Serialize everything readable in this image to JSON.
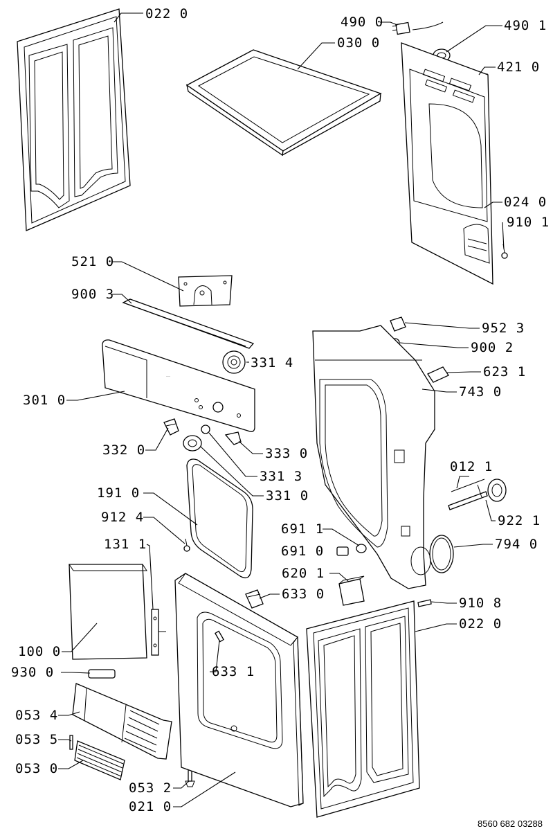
{
  "document_number": "8560 682 03288",
  "callouts": [
    {
      "id": "side-panel-top",
      "label": "022 0"
    },
    {
      "id": "power-cord",
      "label": "490 0"
    },
    {
      "id": "cord-clamp",
      "label": "490 1"
    },
    {
      "id": "top-cover",
      "label": "030 0"
    },
    {
      "id": "back-connector",
      "label": "421 0"
    },
    {
      "id": "back-panel",
      "label": "024 0"
    },
    {
      "id": "back-screw",
      "label": "910 1"
    },
    {
      "id": "control-board",
      "label": "521 0"
    },
    {
      "id": "rail",
      "label": "900 3"
    },
    {
      "id": "foot",
      "label": "952 3"
    },
    {
      "id": "pin",
      "label": "900 2"
    },
    {
      "id": "clip",
      "label": "623 1"
    },
    {
      "id": "dial-label",
      "label": "331 4"
    },
    {
      "id": "control-panel",
      "label": "301 0"
    },
    {
      "id": "drum-housing",
      "label": "743 0"
    },
    {
      "id": "bracket-switch",
      "label": "332 0"
    },
    {
      "id": "lever",
      "label": "333 0"
    },
    {
      "id": "knob-small",
      "label": "331 3"
    },
    {
      "id": "knob",
      "label": "331 0"
    },
    {
      "id": "shaft-assembly",
      "label": "012 1"
    },
    {
      "id": "door-seal",
      "label": "191 0"
    },
    {
      "id": "pulley",
      "label": "922 1"
    },
    {
      "id": "screw-small",
      "label": "912 4"
    },
    {
      "id": "hinge-strip",
      "label": "131 1"
    },
    {
      "id": "spring",
      "label": "691 1"
    },
    {
      "id": "bushing",
      "label": "691 0"
    },
    {
      "id": "belt-ring",
      "label": "794 0"
    },
    {
      "id": "relay",
      "label": "620 1"
    },
    {
      "id": "door-lock",
      "label": "633 0"
    },
    {
      "id": "screw-side",
      "label": "910 8"
    },
    {
      "id": "door",
      "label": "100 0"
    },
    {
      "id": "side-panel-bottom",
      "label": "022 0"
    },
    {
      "id": "handle",
      "label": "930 0"
    },
    {
      "id": "striker",
      "label": "633 1"
    },
    {
      "id": "filter-grille",
      "label": "053 4"
    },
    {
      "id": "filter-pin",
      "label": "053 5"
    },
    {
      "id": "filter-screen",
      "label": "053 0"
    },
    {
      "id": "filter-post",
      "label": "053 2"
    },
    {
      "id": "front-panel",
      "label": "021 0"
    }
  ]
}
